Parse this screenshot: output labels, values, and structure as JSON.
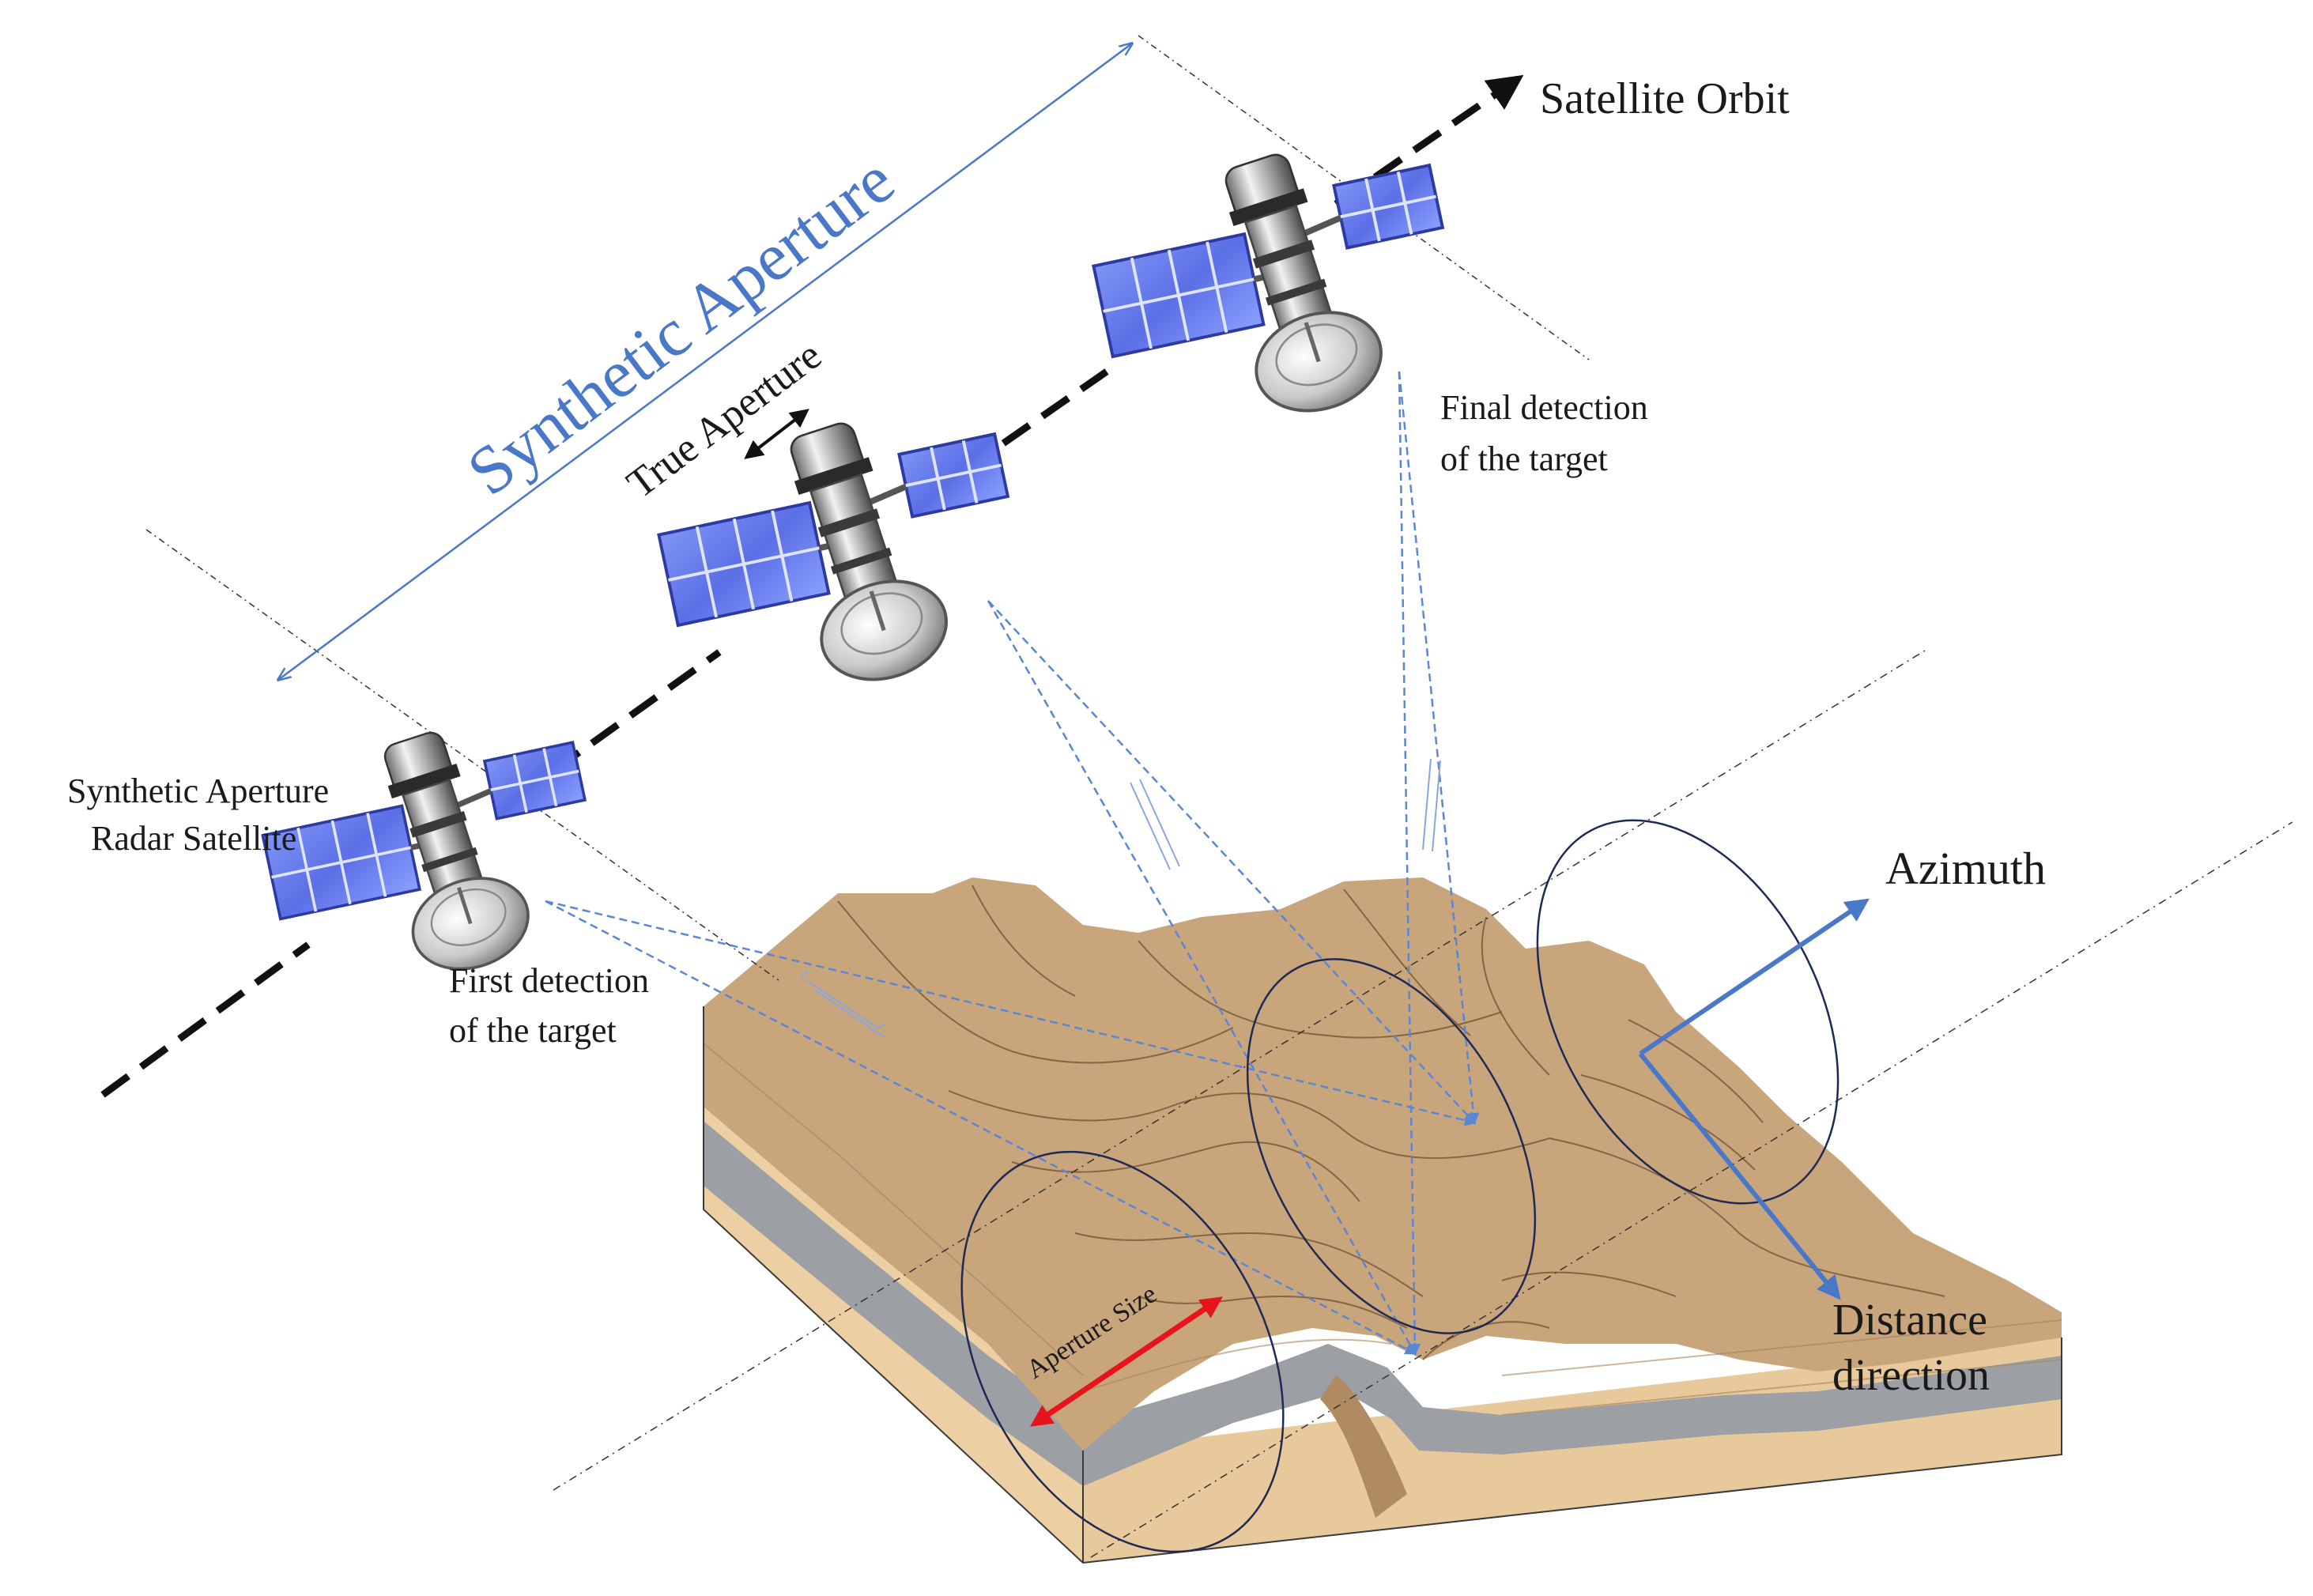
{
  "labels": {
    "satellite_orbit": "Satellite Orbit",
    "synthetic_aperture": "Synthetic Aperture",
    "true_aperture": "True Aperture",
    "final_detection_line1": "Final detection",
    "final_detection_line2": "of the target",
    "sar_satellite_line1": "Synthetic Aperture",
    "sar_satellite_line2": "Radar Satellite",
    "first_detection_line1": "First detection",
    "first_detection_line2": "of the target",
    "azimuth": "Azimuth",
    "distance_line1": "Distance",
    "distance_line2": "direction",
    "aperture_size": "Aperture Size"
  },
  "colors": {
    "accent_blue": "#4a78c8",
    "beam_blue": "#5b86d6",
    "arrow_red": "#e8141c",
    "orbit_black": "#111111",
    "terrain_top": "#c9a57c",
    "terrain_front": "#eccfa3",
    "rock_layer": "#9c9fa4"
  },
  "icons": {
    "satellite": "satellite-icon"
  }
}
